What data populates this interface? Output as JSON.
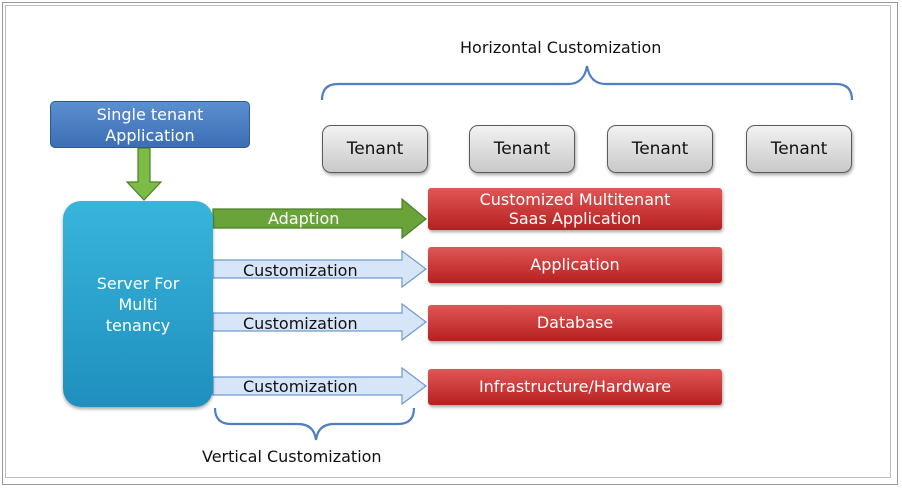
{
  "horizontal_label": "Horizontal Customization",
  "vertical_label": "Vertical Customization",
  "single_tenant": "Single tenant\nApplication",
  "server": "Server For\nMulti\ntenancy",
  "tenants": [
    "Tenant",
    "Tenant",
    "Tenant",
    "Tenant"
  ],
  "arrows": {
    "adaption": "Adaption",
    "customization_1": "Customization",
    "customization_2": "Customization",
    "customization_3": "Customization"
  },
  "layers": {
    "saas": "Customized Multitenant\nSaas Application",
    "application": "Application",
    "database": "Database",
    "infrastructure": "Infrastructure/Hardware"
  },
  "colors": {
    "single_tenant_box": "#3c6eb4",
    "server_box": "#1f8fbe",
    "layer_box": "#c62828",
    "adaption_arrow": "#6aa33a",
    "customization_arrow": "#cfe0f5"
  }
}
